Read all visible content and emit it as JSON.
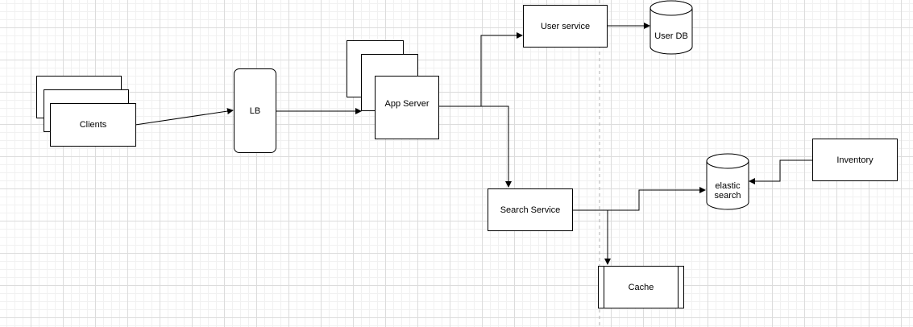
{
  "nodes": {
    "clients": "Clients",
    "lb": "LB",
    "app_server": "App Server",
    "user_service": "User service",
    "user_db": "User DB",
    "search_service": "Search Service",
    "elastic_search_line1": "elastic",
    "elastic_search_line2": "search",
    "inventory": "Inventory",
    "cache": "Cache"
  }
}
